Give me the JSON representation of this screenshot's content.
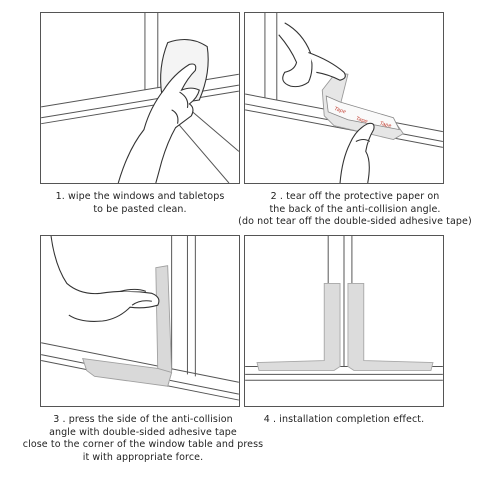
{
  "steps": [
    {
      "lines": [
        "1. wipe the windows and tabletops",
        "to be pasted clean."
      ]
    },
    {
      "lines": [
        "2 . tear off the protective paper on",
        "the back of the anti-collision angle.",
        "(do not tear off the double-sided adhesive tape)"
      ]
    },
    {
      "lines": [
        "3 . press the side of the anti-collision",
        "angle with double-sided adhesive tape",
        "close to the corner of the window table and press",
        "it with appropriate force."
      ]
    },
    {
      "lines": [
        "4 . installation completion effect."
      ]
    }
  ],
  "tape_label": "Tape",
  "colors": {
    "guard": "#dcdcdc",
    "guard_edge": "#a8a8a8",
    "outline": "#444444",
    "tape_text": "#c0392b"
  }
}
